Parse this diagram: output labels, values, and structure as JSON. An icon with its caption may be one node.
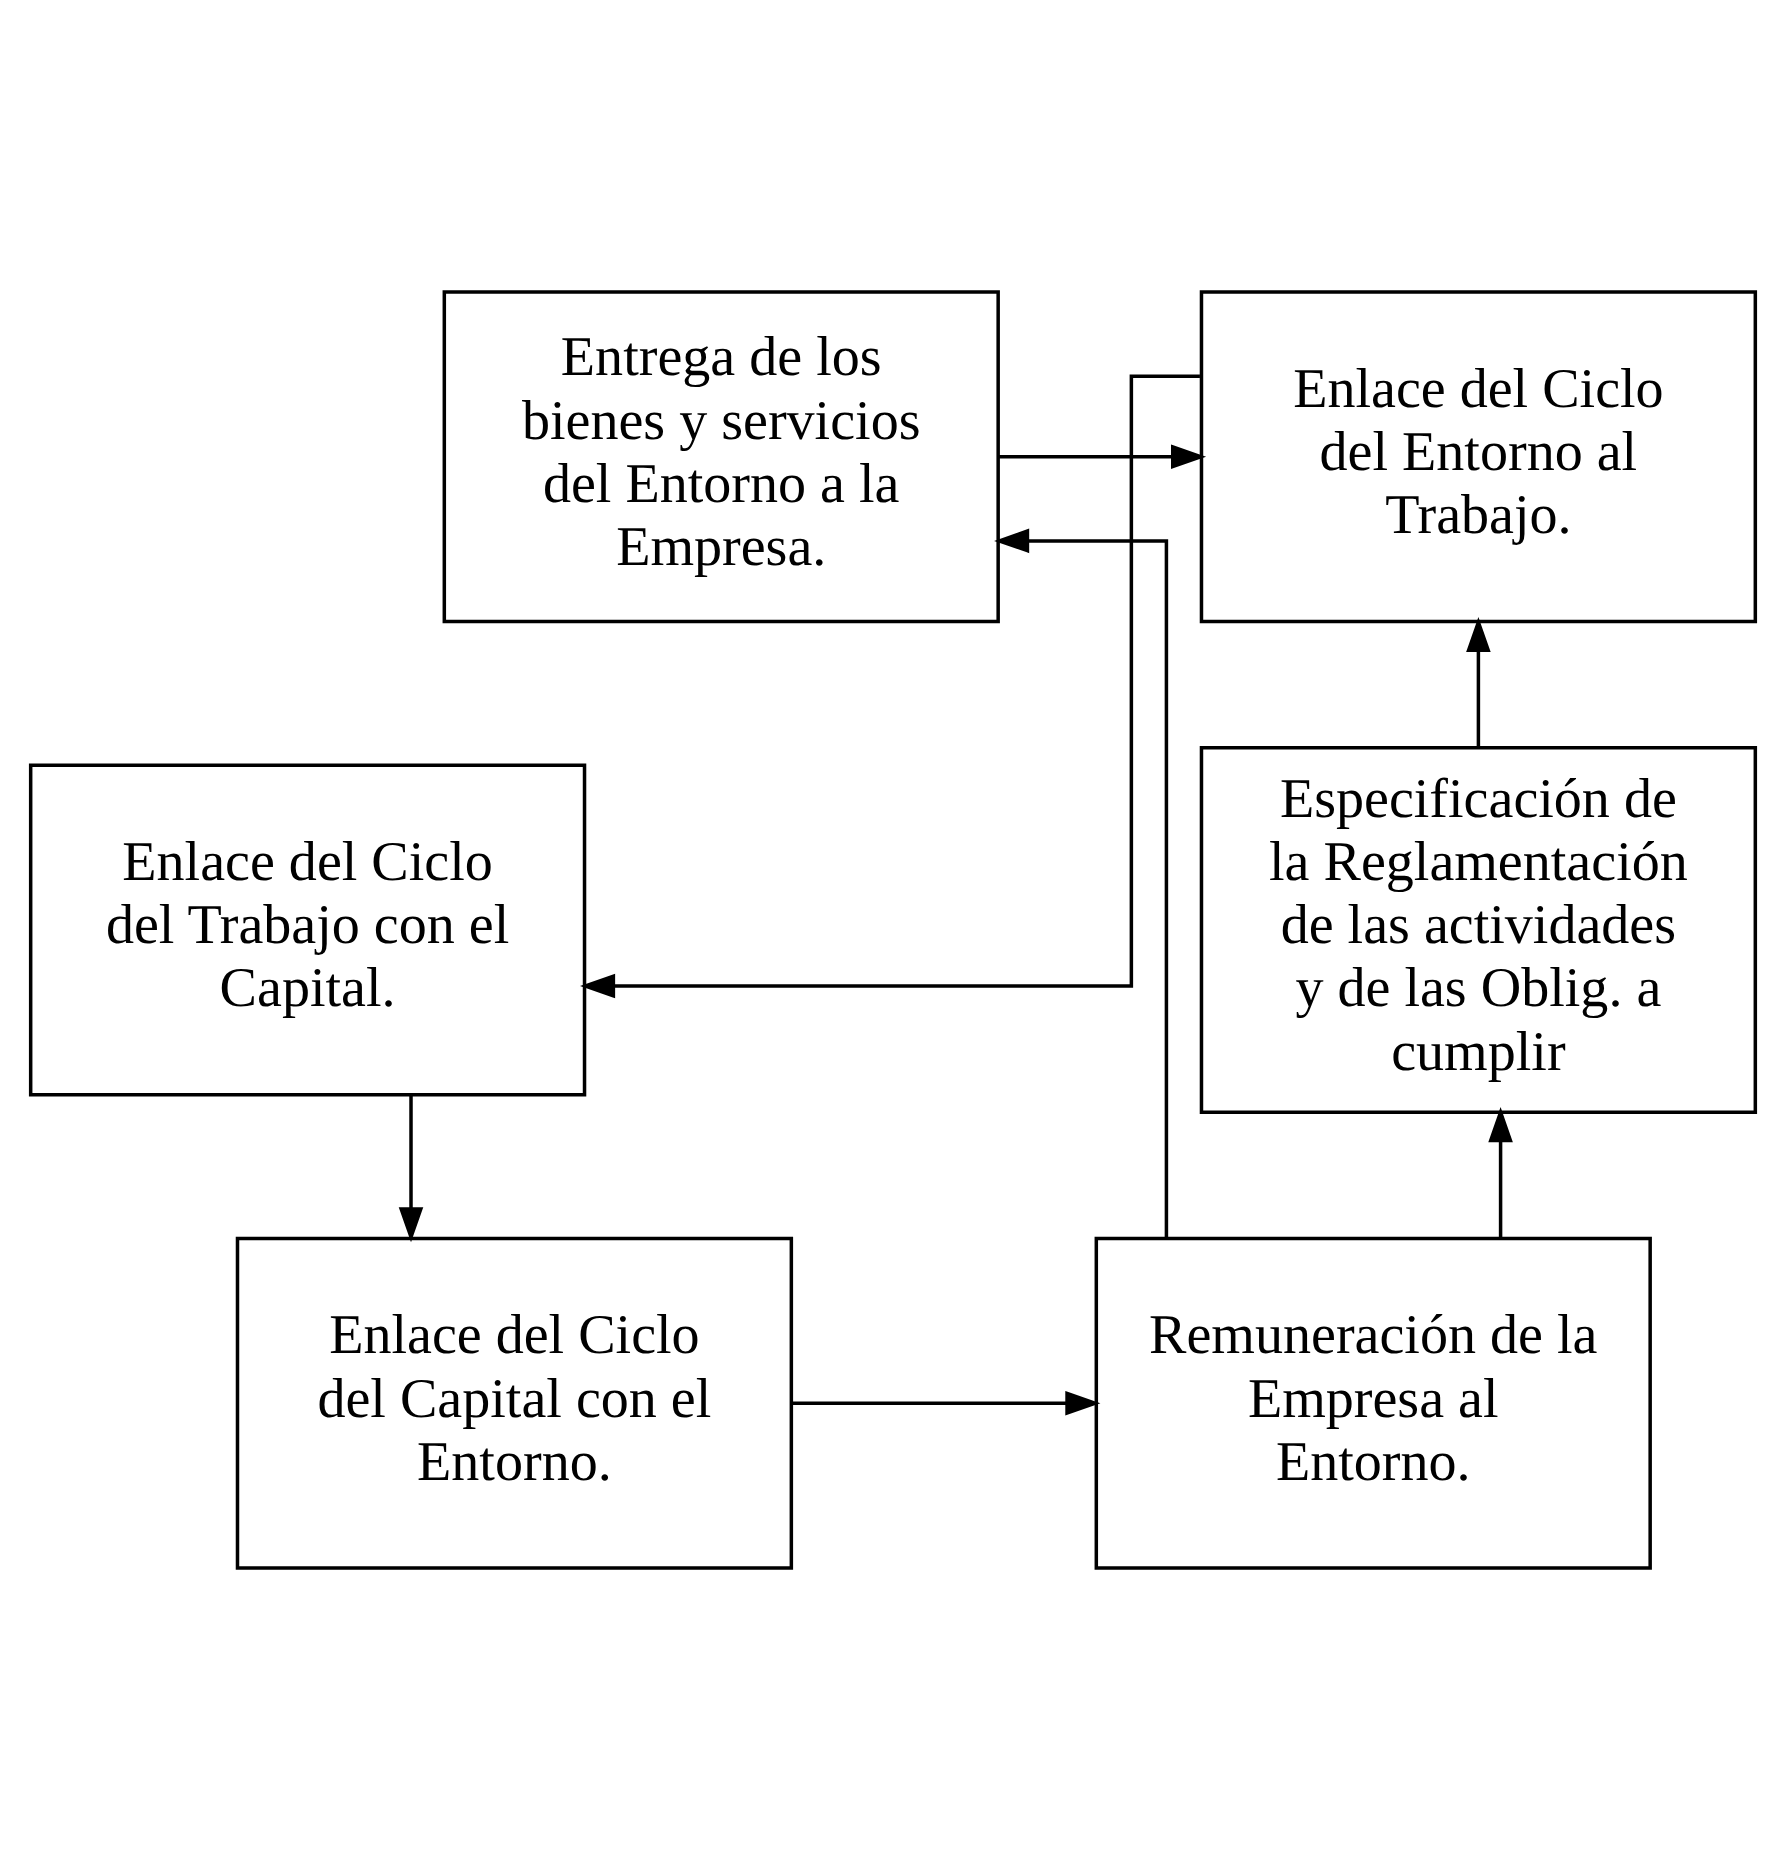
{
  "diagram": {
    "nodes": [
      {
        "text": [
          "Entrega de los bienes y servicios del Entorno a la Empresa."
        ]
      },
      {
        "text": [
          "Especificación de la Reglamentación de las actividades y de las Oblig. a cumplir"
        ]
      },
      {
        "text": [
          "Enlace del Ciclo del Entorno al Trabajo."
        ]
      },
      {
        "text": [
          "Enlace del Ciclo del Trabajo con el Capital."
        ]
      },
      {
        "text": [
          "Enlace del Ciclo del Capital con el Entorno."
        ]
      },
      {
        "text": [
          "Remuneración de la Empresa al Entorno."
        ]
      }
    ],
    "edges": [
      {
        "from": 0,
        "to": 2,
        "arrow": "to"
      },
      {
        "from": 1,
        "to": 2,
        "arrow": "to"
      },
      {
        "from": 2,
        "to": 3,
        "arrow": "to"
      },
      {
        "from": 3,
        "to": 4,
        "arrow": "to"
      },
      {
        "from": 4,
        "to": 5,
        "arrow": "to"
      },
      {
        "from": 5,
        "to": 0,
        "arrow": "to"
      },
      {
        "from": 5,
        "to": 1,
        "arrow": "to"
      }
    ]
  }
}
